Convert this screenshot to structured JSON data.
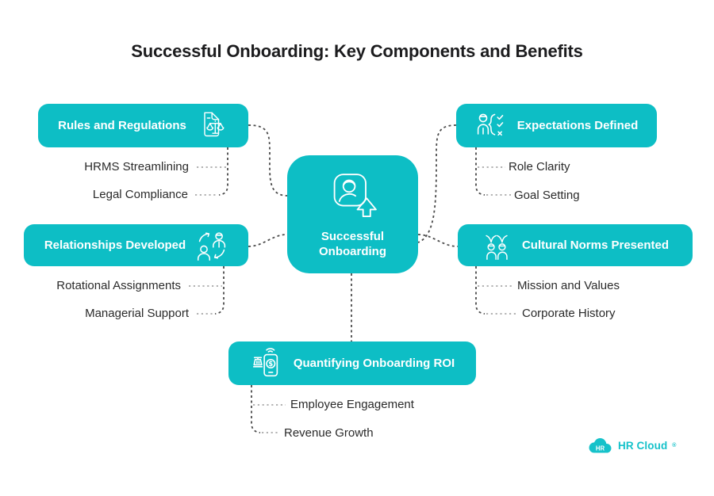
{
  "title": "Successful Onboarding: Key Components and Benefits",
  "center": {
    "label": "Successful Onboarding",
    "icon": "person-upload-icon"
  },
  "branches": [
    {
      "id": "rules",
      "label": "Rules and Regulations",
      "icon": "legal-document-scales-icon",
      "icon_side": "right",
      "children": [
        "HRMS Streamlining",
        "Legal Compliance"
      ]
    },
    {
      "id": "expectations",
      "label": "Expectations Defined",
      "icon": "person-checklist-icon",
      "icon_side": "left",
      "children": [
        "Role Clarity",
        "Goal Setting"
      ]
    },
    {
      "id": "relationships",
      "label": "Relationships Developed",
      "icon": "people-exchange-icon",
      "icon_side": "right",
      "children": [
        "Rotational Assignments",
        "Managerial Support"
      ]
    },
    {
      "id": "cultural",
      "label": "Cultural Norms Presented",
      "icon": "people-celebration-icon",
      "icon_side": "left",
      "children": [
        "Mission and Values",
        "Corporate History"
      ]
    },
    {
      "id": "roi",
      "label": "Quantifying Onboarding ROI",
      "icon": "phone-money-scale-icon",
      "icon_side": "left",
      "children": [
        "Employee Engagement",
        "Revenue Growth"
      ]
    }
  ],
  "icons": {
    "roi_dollar": "$"
  },
  "logo": {
    "badge": "HR",
    "text": "HR Cloud",
    "reg": "®"
  },
  "colors": {
    "accent": "#0DBEC5",
    "logo": "#16C2CA",
    "title": "#1C1C1E",
    "label": "#2A2A2A",
    "connector_dark": "#4B4B4B",
    "connector_light": "#9A9A9A"
  }
}
